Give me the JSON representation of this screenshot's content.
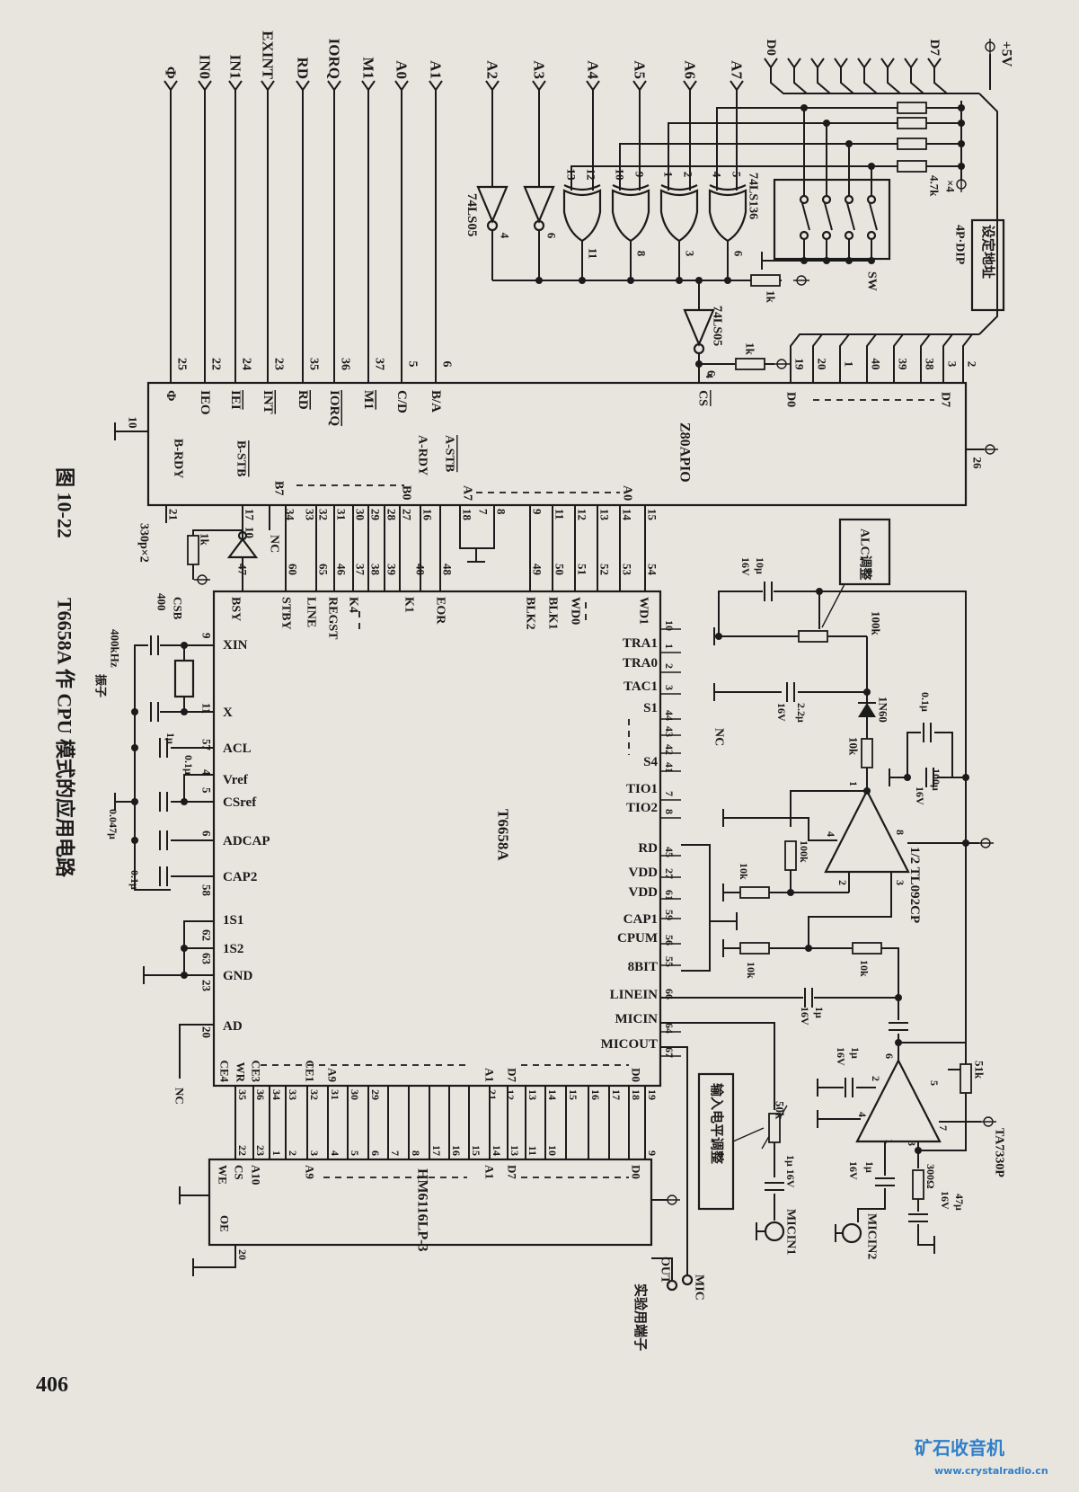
{
  "caption": {
    "figure_no": "图 10-22",
    "title": "T6658A 作 CPU 模式的应用电路"
  },
  "page_number": "406",
  "watermark": {
    "cn": "矿石收音机",
    "url": "www.crystalradio.cn"
  },
  "bus_inputs": [
    "Φ",
    "IN0",
    "IN1",
    "EXINT",
    "RD",
    "IORQ",
    "M1",
    "A0",
    "A1"
  ],
  "addr_inputs": [
    "A2",
    "A3",
    "A4",
    "A5",
    "A6",
    "A7"
  ],
  "data_inputs": {
    "d0": "D0",
    "d7": "D7",
    "vcc": "+5V"
  },
  "z80": {
    "name": "Z80APIO",
    "left_pins": [
      "Φ",
      "IEO",
      "IEI",
      "INT",
      "RD",
      "IORQ",
      "M1",
      "C/D",
      "B/A"
    ],
    "left_pin_numbers": [
      "25",
      "22",
      "24",
      "23",
      "35",
      "36",
      "37",
      "5",
      "6"
    ],
    "inner": [
      "B-RDY",
      "B-STB",
      "B7",
      "B0",
      "A-RDY",
      "A-STB",
      "A7",
      "A0"
    ],
    "cs": "CS",
    "cs_pin": "4",
    "d0": "D0",
    "d7": "D7",
    "data_pin_numbers": [
      "19",
      "20",
      "1",
      "40",
      "39",
      "38",
      "3",
      "2"
    ],
    "pin10": "10",
    "pin26": "26",
    "bottom_pins": [
      "21",
      "17",
      "34",
      "33",
      "32",
      "31",
      "30",
      "29",
      "28",
      "27",
      "16",
      "18",
      "7",
      "8",
      "9",
      "11",
      "12",
      "13",
      "14",
      "15"
    ]
  },
  "logic": {
    "inv_label": "74LS05",
    "inv_pins": [
      "4",
      "6"
    ],
    "xor_label": "74LS136",
    "xor_in_pins": [
      "13",
      "12",
      "10",
      "9",
      "1",
      "2",
      "4",
      "5"
    ],
    "xor_out_pins": [
      "11",
      "8",
      "3",
      "6"
    ],
    "inv2_label": "74LS05",
    "inv2_pin": "6",
    "r_bus": "1k",
    "r_cs": "1k",
    "pullups": "4.7k",
    "pullups_count": "×4",
    "dip": "4P·DIP",
    "sw": "SW",
    "addr_box": "设定地址"
  },
  "t6658a": {
    "name": "T6658A",
    "top_labels": [
      "BSY",
      "STBY",
      "LINE",
      "REGST",
      "K4",
      "K1",
      "EOR",
      "BLK2",
      "BLK1",
      "WD0",
      "WD1"
    ],
    "top_pins": [
      "47",
      "60",
      "65",
      "46",
      "37",
      "38",
      "39",
      "40",
      "48",
      "49",
      "50",
      "51",
      "52",
      "53",
      "54"
    ],
    "nc": "NC",
    "inv_pin_in": "10",
    "inv_r": "1k",
    "right_labels": [
      "TRA1",
      "TRA0",
      "TAC1",
      "S1",
      "S4",
      "TIO1",
      "TIO2",
      "RD",
      "VDD",
      "VDD",
      "CAP1",
      "CPUM",
      "8BIT",
      "LINEIN",
      "MICIN",
      "MICOUT"
    ],
    "right_pins": [
      "10",
      "1",
      "2",
      "3",
      "44",
      "43",
      "42",
      "41",
      "7",
      "8",
      "45",
      "27",
      "61",
      "59",
      "56",
      "55",
      "66",
      "64",
      "67"
    ],
    "left_labels": [
      "XIN",
      "X",
      "ACL",
      "Vref",
      "CSref",
      "ADCAP",
      "CAP2",
      "1S1",
      "1S2",
      "GND",
      "AD"
    ],
    "left_pins": [
      "9",
      "11",
      "57",
      "4",
      "5",
      "6",
      "58",
      "62",
      "63",
      "23",
      "20"
    ],
    "bottom_labels": [
      "CE4",
      "WR",
      "CE3",
      "CE1",
      "A9",
      "A1",
      "D7",
      "D0"
    ],
    "bottom_pins": [
      "35",
      "36",
      "34",
      "33",
      "32",
      "31",
      "30",
      "29",
      "21",
      "12",
      "13",
      "14",
      "15",
      "16",
      "17",
      "18",
      "19"
    ]
  },
  "osc": {
    "caps": "330p×2",
    "csb": "CSB",
    "csb_val": "400",
    "crystal": "400kHz",
    "crystal_cn": "振子",
    "c_acl": "1μ",
    "c_ref": "0.1μ",
    "c_adcap": "0.047μ",
    "c_cap2": "0.1μ",
    "nc": "NC"
  },
  "hm6116": {
    "name": "HM6116LP-3",
    "labels": [
      "WE",
      "CS",
      "A10",
      "A9",
      "A1",
      "D7",
      "D0",
      "OE"
    ],
    "top_pins": [
      "22",
      "23",
      "1",
      "2",
      "3",
      "4",
      "5",
      "6",
      "7",
      "8",
      "17",
      "16",
      "15",
      "14",
      "13",
      "11",
      "10",
      "9"
    ],
    "oe_pin": "20"
  },
  "analog": {
    "alc_box": "ALC调整",
    "c_alc": "10μ",
    "c_alc_v": "16V",
    "pot_alc": "100k",
    "c_tac": "2.2μ",
    "c_tac_v": "16V",
    "diode": "1N60",
    "r_diode": "10k",
    "c_bypass": "0.1μ",
    "c_bulk": "100μ",
    "c_bulk_v": "16V",
    "nc": "NC",
    "r_fb": "100k",
    "r_in": "10k",
    "r_bias1": "10k",
    "r_bias2": "10k",
    "opamp1": "1/2 TL092CP",
    "opamp1_pins": [
      "1",
      "4",
      "8",
      "2",
      "3"
    ],
    "c_linein": "1μ",
    "c_linein_v": "16V",
    "c_op2_in": "1μ",
    "c_op2_in_v": "16V",
    "opamp2": "TA7330P",
    "opamp2_pins": [
      "2",
      "6",
      "5",
      "4",
      "1",
      "3",
      "7"
    ],
    "r_51k": "51k",
    "r_300": "300Ω",
    "c_47": "47μ",
    "c_47_v": "16V",
    "c_mic2": "1μ",
    "c_mic2_v": "16V",
    "micin2": "MICIN2",
    "pot_mic": "50k",
    "c_mic1": "1μ 16V",
    "micin1": "MICIN1",
    "level_box": "输入电平调整",
    "mic": "MIC",
    "out": "OUT",
    "test_terminal": "实验用端子"
  }
}
